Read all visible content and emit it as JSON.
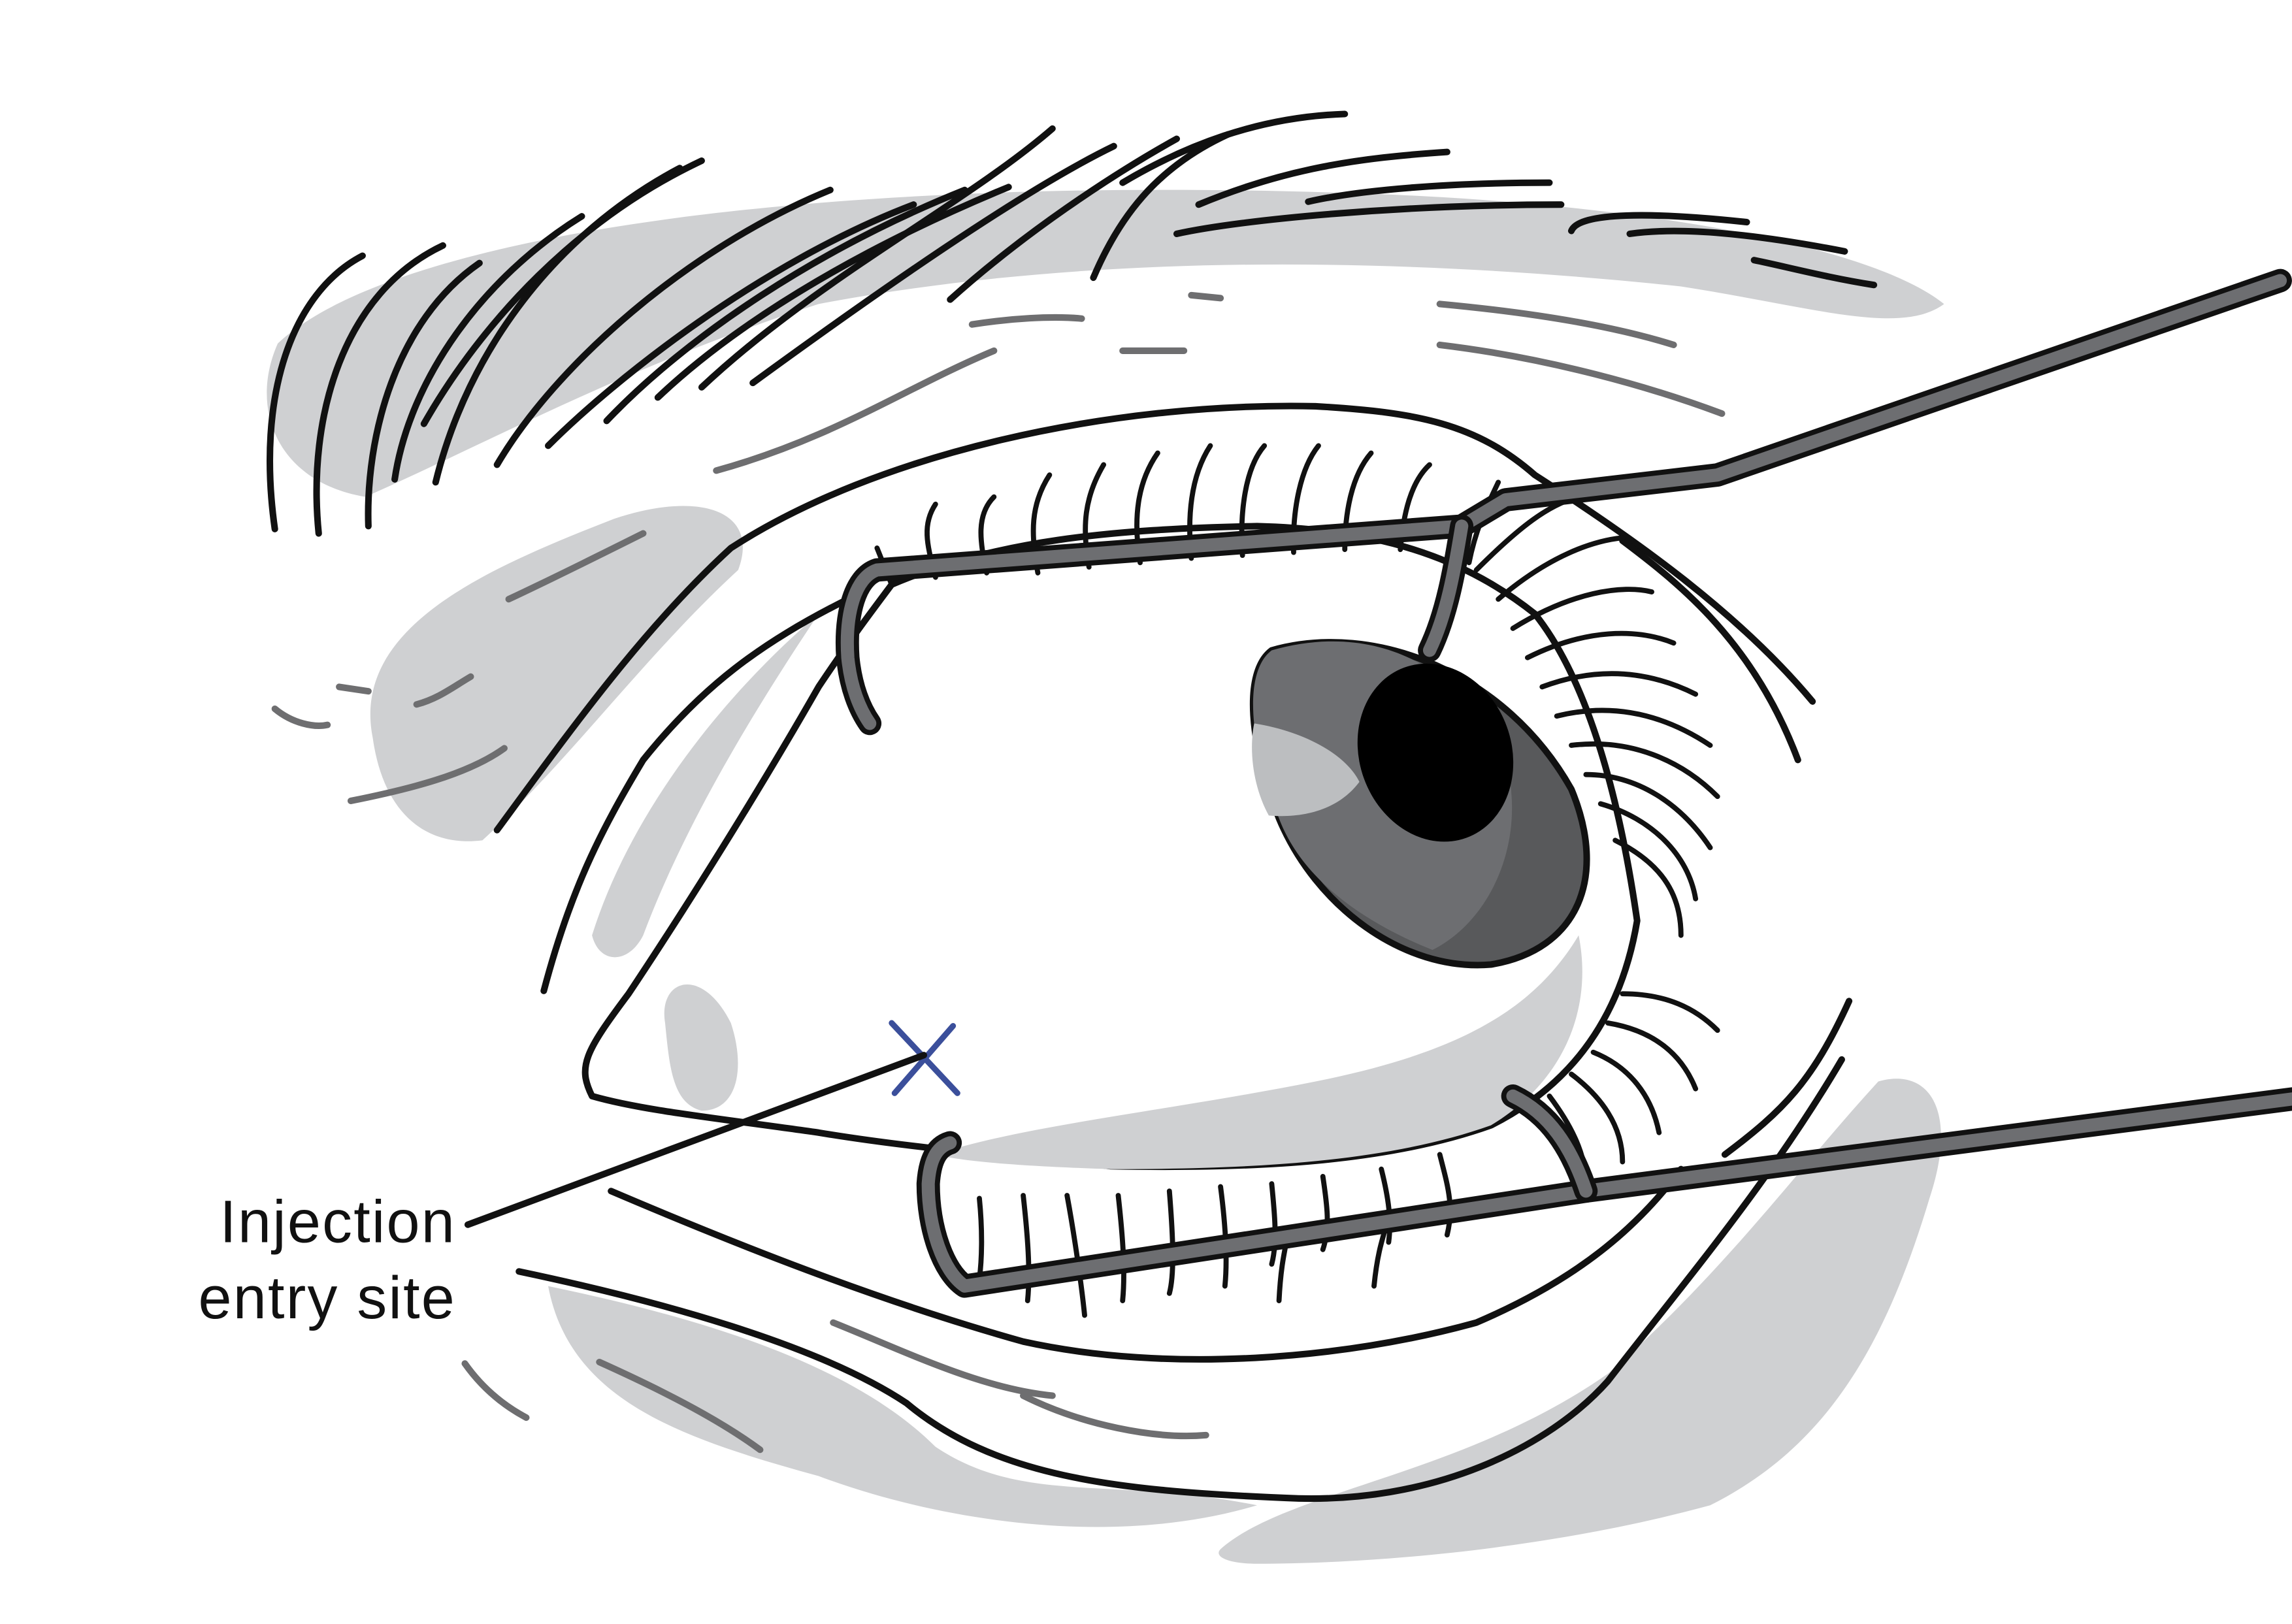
{
  "colors": {
    "background": "#ffffff",
    "outline": "#111111",
    "shadow": "#cfd0d2",
    "iris": "#6d6e71",
    "iris_outer": "#58595b",
    "pupil": "#000000",
    "speculum": "#6d6e71",
    "marker": "#3b4f9b"
  },
  "icons": {
    "marker": "x-mark",
    "instrument": "eyelid-speculum"
  },
  "annotation": {
    "line1": "Injection",
    "line2": "entry site"
  }
}
